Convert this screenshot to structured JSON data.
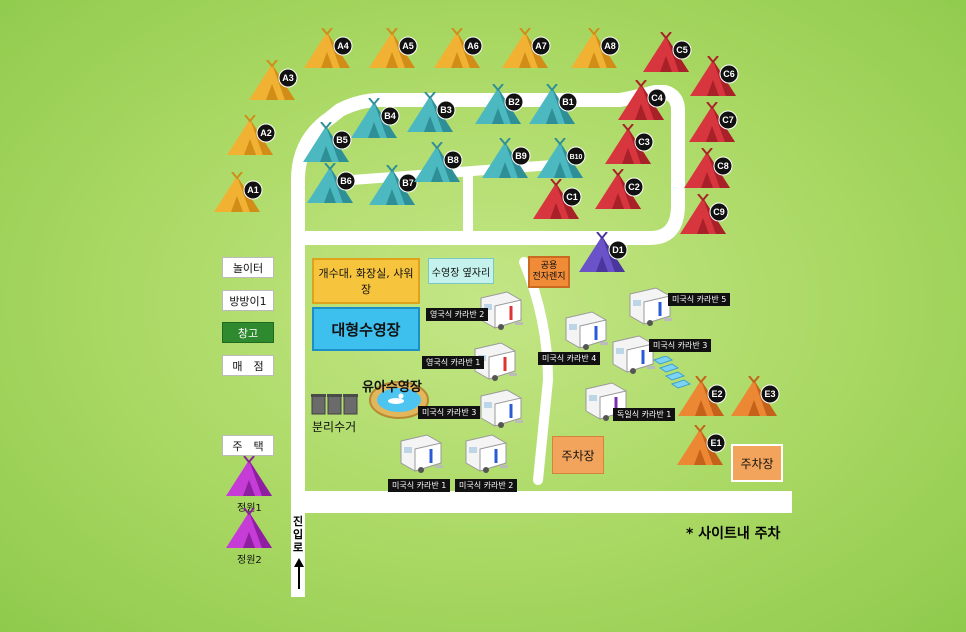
{
  "colors": {
    "road": "#ffffff",
    "tent_yellow": "#f1b233",
    "tent_teal": "#4cb9c1",
    "tent_red": "#d8363f",
    "tent_purple": "#6a52c8",
    "tent_orange": "#ec8733",
    "tent_magenta": "#c63cd6",
    "badge": "#111111"
  },
  "tents": [
    {
      "id": "A1",
      "color": "yellow"
    },
    {
      "id": "A2",
      "color": "yellow"
    },
    {
      "id": "A3",
      "color": "yellow"
    },
    {
      "id": "A4",
      "color": "yellow"
    },
    {
      "id": "A5",
      "color": "yellow"
    },
    {
      "id": "A6",
      "color": "yellow"
    },
    {
      "id": "A7",
      "color": "yellow"
    },
    {
      "id": "A8",
      "color": "yellow"
    },
    {
      "id": "B1",
      "color": "teal"
    },
    {
      "id": "B2",
      "color": "teal"
    },
    {
      "id": "B3",
      "color": "teal"
    },
    {
      "id": "B4",
      "color": "teal"
    },
    {
      "id": "B5",
      "color": "teal"
    },
    {
      "id": "B6",
      "color": "teal"
    },
    {
      "id": "B7",
      "color": "teal"
    },
    {
      "id": "B8",
      "color": "teal"
    },
    {
      "id": "B9",
      "color": "teal"
    },
    {
      "id": "B10",
      "color": "teal"
    },
    {
      "id": "C1",
      "color": "red"
    },
    {
      "id": "C2",
      "color": "red"
    },
    {
      "id": "C3",
      "color": "red"
    },
    {
      "id": "C4",
      "color": "red"
    },
    {
      "id": "C5",
      "color": "red"
    },
    {
      "id": "C6",
      "color": "red"
    },
    {
      "id": "C7",
      "color": "red"
    },
    {
      "id": "C8",
      "color": "red"
    },
    {
      "id": "C9",
      "color": "red"
    },
    {
      "id": "D1",
      "color": "purple"
    },
    {
      "id": "E1",
      "color": "orange"
    },
    {
      "id": "E2",
      "color": "orange"
    },
    {
      "id": "E3",
      "color": "orange"
    }
  ],
  "facilities": {
    "washroom": "개수대, 화장실, 샤워장",
    "pool_bench": "수영장 옆자리",
    "big_pool": "대형수영장",
    "kids_pool": "유아수영장",
    "recycle": "분리수거",
    "microwave_1": "공용",
    "microwave_2": "전자렌지",
    "parking_1": "주차장",
    "parking_2": "주차장"
  },
  "legend": {
    "playground": "놀이터",
    "room": "방방이1",
    "storage": "창고",
    "shop": "매　점",
    "house": "주　택",
    "garden1": "정원1",
    "garden2": "정원2"
  },
  "caravans": {
    "uk2": "영국식 카라반 2",
    "uk1": "영국식 카라반 1",
    "us3": "미국식 카라반 3",
    "us4": "미국식 카라반 4",
    "us5": "미국식 카라반 5",
    "us3b": "미국식 카라반 3",
    "us1": "미국식 카라반 1",
    "us2": "미국식 카라반 2",
    "de1": "독일식 카라반 1"
  },
  "entrance": [
    "진",
    "입",
    "로"
  ],
  "note": "* 사이트내 주차"
}
